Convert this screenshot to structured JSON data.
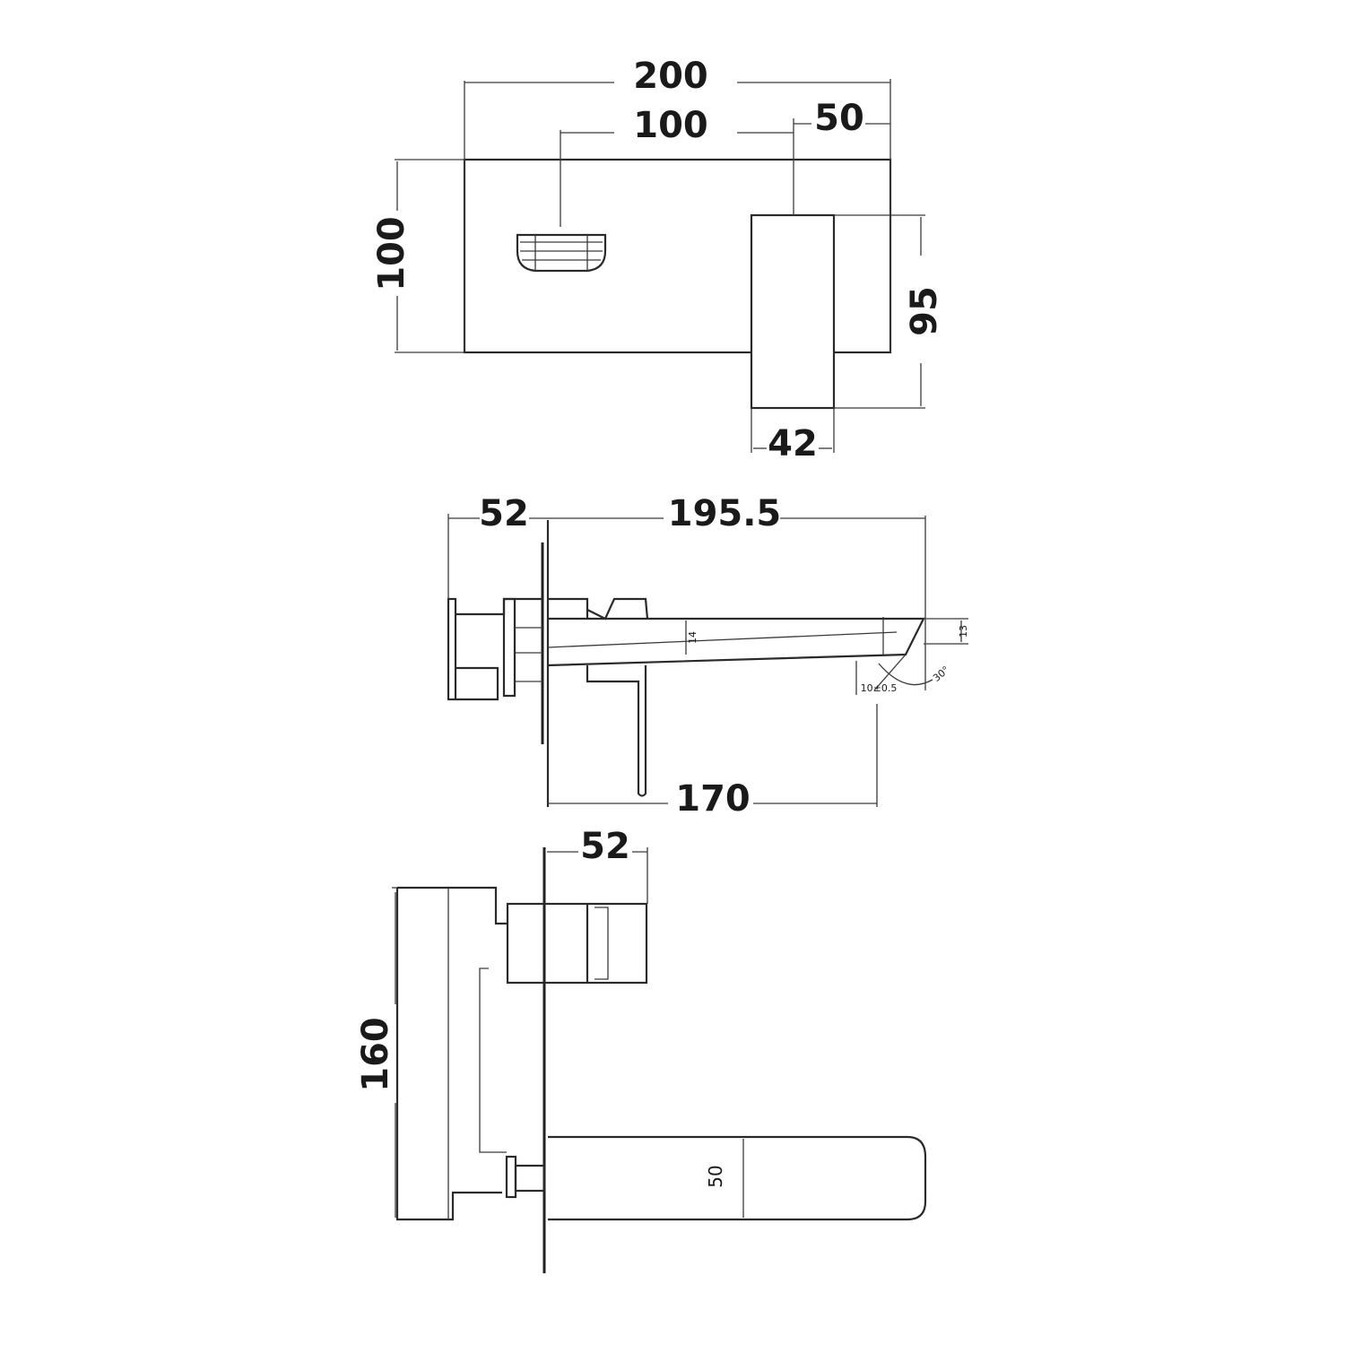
{
  "drawing": {
    "subject": "Wall-mounted basin mixer tap dimension drawing",
    "units": "mm",
    "colors": {
      "line": "#2a2a2a",
      "background": "#ffffff"
    }
  },
  "front_view": {
    "overall_width": "200",
    "spout_to_handle": "100",
    "handle_offset": "50",
    "plate_height": "100",
    "handle_height": "95",
    "handle_width": "42"
  },
  "side_view": {
    "body_depth": "52",
    "spout_projection": "195.5",
    "spout_reach_to_outlet": "170",
    "spout_thickness": "14",
    "outlet_height": "13",
    "outlet_angle": "30°",
    "outlet_size": "10±0.5"
  },
  "top_view": {
    "handle_depth": "52",
    "overall_height": "160",
    "spout_width": "50"
  }
}
